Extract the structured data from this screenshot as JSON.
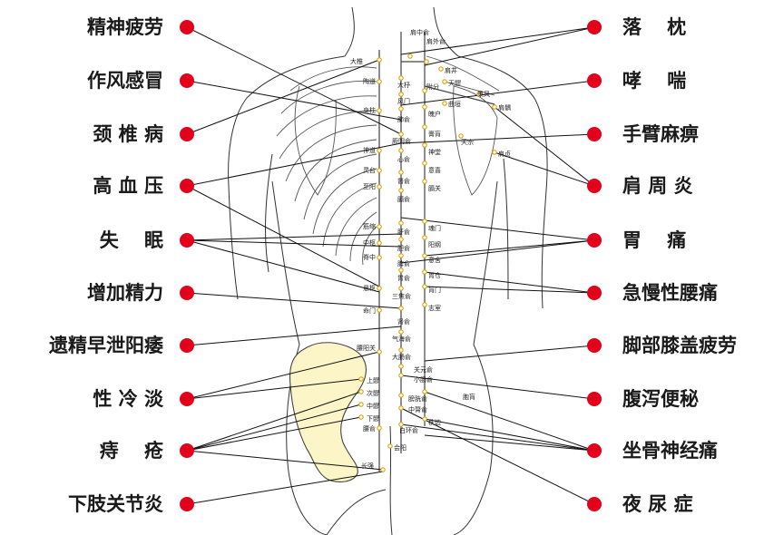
{
  "left_conditions": [
    "精神疲劳",
    "作风感冒",
    "颈 椎 病",
    "高 血 压",
    "失　 眠",
    "增加精力",
    "遗精早泄阳痿",
    "性 冷 淡",
    "痔　 疮",
    "下肢关节炎"
  ],
  "right_conditions": [
    "落　 枕",
    "哮　 喘",
    "手臂麻痹",
    "肩 周 炎",
    "胃　 痛",
    "急慢性腰痛",
    "脚部膝盖疲劳",
    "腹泻便秘",
    "坐骨神经痛",
    "夜 尿 症"
  ],
  "acupoints": {
    "dazhui": "大椎",
    "taodao": "陶道",
    "shenzhu": "身柱",
    "shendao": "神道",
    "lingtai": "灵台",
    "zhiyang": "至阳",
    "jinsuo": "筋缩",
    "zhongshu": "中枢",
    "jizhong": "脊中",
    "xuanshu": "悬枢",
    "mingmen": "命门",
    "yaoyangguan": "腰阳关",
    "jianzhongshu": "肩中俞",
    "jianwaishu": "肩外俞",
    "jianjing": "肩井",
    "tianliao": "天髎",
    "bingfeng": "秉风",
    "jianyu": "肩髃",
    "quyuan": "曲垣",
    "tianzong": "天宗",
    "jianzhen": "肩贞",
    "dazhu": "大杼",
    "fengmen": "风门",
    "feishu": "肺俞",
    "jueyinshu": "厥阴俞",
    "xinshu": "心俞",
    "dushu": "督俞",
    "geshu": "膈俞",
    "fufen": "附分",
    "pohu": "魄户",
    "gaohuang": "膏肓",
    "shentang": "神堂",
    "yixi": "意喜",
    "geguan": "膈关",
    "ganshu": "肝俞",
    "danshu": "胆俞",
    "pishu": "脾俞",
    "weishu": "胃俞",
    "sanjiaoshu": "三焦俞",
    "shenshu": "肾俞",
    "qihaishu": "气海俞",
    "dachangshu": "大肠俞",
    "guanyuanshu": "关元俞",
    "xiaochangshu": "小肠俞",
    "pangguangshu": "膀胱俞",
    "zhonglvshu": "中膂俞",
    "baihuanshu": "白环俞",
    "hunmen": "魂门",
    "yanggang": "阳纲",
    "yishe": "意舍",
    "weicang": "胃仓",
    "huangmen": "肓门",
    "zhishi": "志室",
    "zhibian": "秩边",
    "baohuang": "胞肓",
    "shangliao": "上髎",
    "ciliao": "次髎",
    "zhongliao": "中髎",
    "xialiao": "下髎",
    "yaoshu": "腰俞",
    "huiyang": "会阳",
    "changqiang": "长强"
  },
  "colors": {
    "marker": "#e2001a",
    "point_ring": "#d9a300",
    "pelvis_fill": "#fbf5c8",
    "text": "#1a1a1a"
  }
}
